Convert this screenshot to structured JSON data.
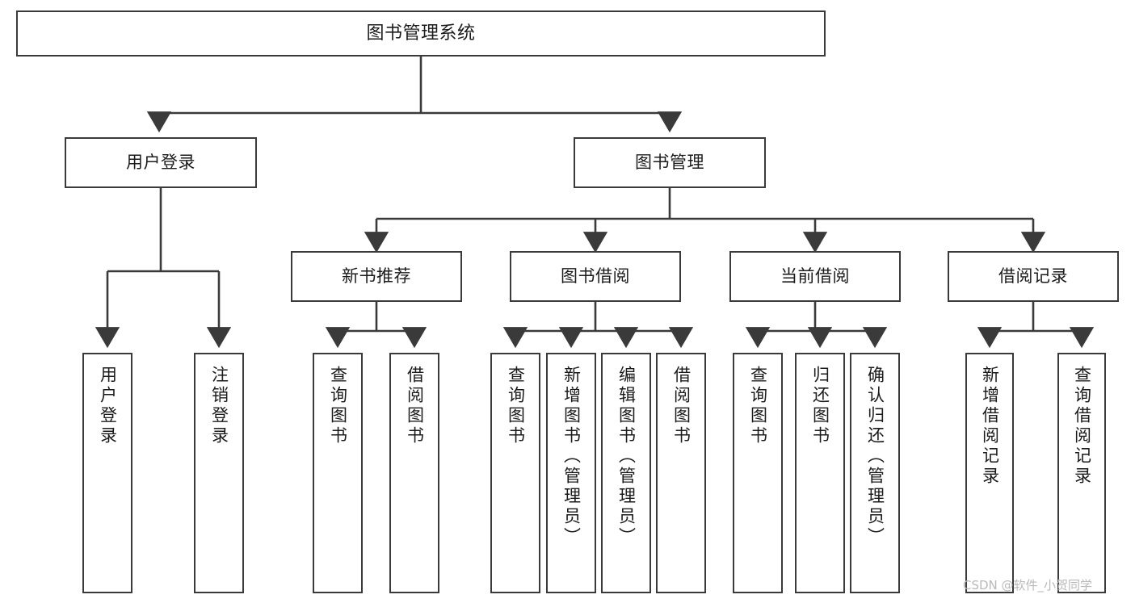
{
  "diagram": {
    "type": "tree-structure-chart",
    "title": "图书管理系统",
    "root": {
      "label": "图书管理系统"
    },
    "level2": [
      {
        "label": "用户登录"
      },
      {
        "label": "图书管理"
      }
    ],
    "level3": [
      {
        "label": "新书推荐"
      },
      {
        "label": "图书借阅"
      },
      {
        "label": "当前借阅"
      },
      {
        "label": "借阅记录"
      }
    ],
    "leaves": {
      "user_login": [
        {
          "label": "用户登录"
        },
        {
          "label": "注销登录"
        }
      ],
      "new_book_recommend": [
        {
          "label": "查询图书"
        },
        {
          "label": "借阅图书"
        }
      ],
      "book_borrow": [
        {
          "label": "查询图书"
        },
        {
          "label": "新增图书（管理员）"
        },
        {
          "label": "编辑图书（管理员）"
        },
        {
          "label": "借阅图书"
        }
      ],
      "current_borrow": [
        {
          "label": "查询图书"
        },
        {
          "label": "归还图书"
        },
        {
          "label": "确认归还（管理员）"
        }
      ],
      "borrow_record": [
        {
          "label": "新增借阅记录"
        },
        {
          "label": "查询借阅记录"
        }
      ]
    }
  },
  "watermark": {
    "text": "CSDN @软件_小贺同学"
  },
  "colors": {
    "box_border": "#3a3a3a",
    "box_fill": "#ffffff",
    "line": "#3a3a3a",
    "text": "#1b1b1b",
    "watermark": "#b9b9b9"
  }
}
